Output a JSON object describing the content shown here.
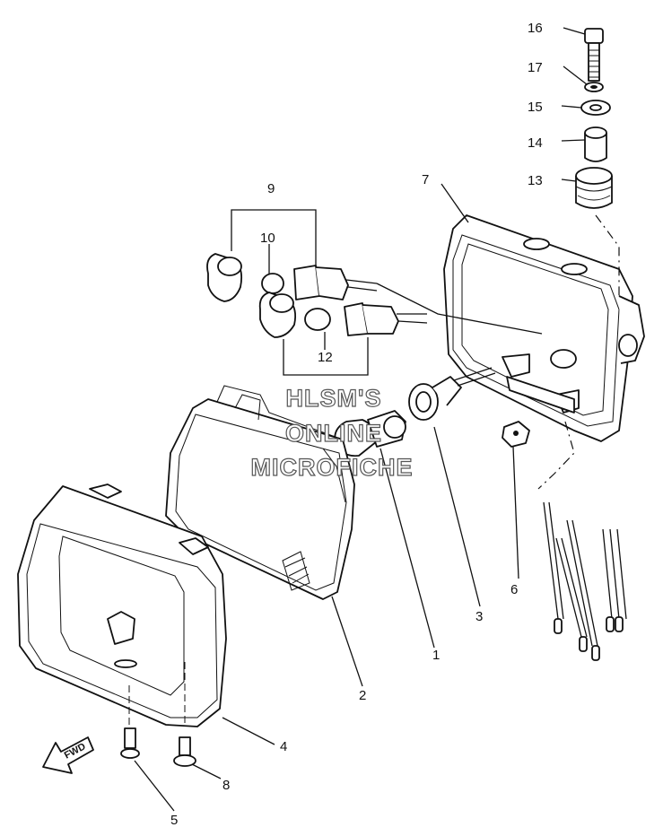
{
  "callouts": {
    "c1": "1",
    "c2": "2",
    "c3": "3",
    "c4": "4",
    "c5": "5",
    "c6": "6",
    "c7": "7",
    "c8": "8",
    "c9": "9",
    "c10": "10",
    "c12": "12",
    "c13": "13",
    "c14": "14",
    "c15": "15",
    "c16": "16",
    "c17": "17"
  },
  "watermark": {
    "line1": "HLSM'S",
    "line2": "ONLINE",
    "line3": "MICROFICHE"
  },
  "fwd_label": "FWD"
}
